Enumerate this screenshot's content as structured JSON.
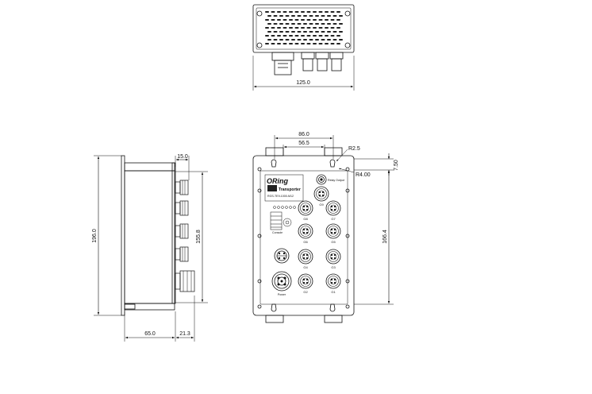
{
  "top_view": {
    "width_dim": "125.0"
  },
  "front_view": {
    "dims": {
      "mount_spacing": "86.0",
      "inner_spacing": "56.5",
      "radius_small": "R2.5",
      "radius_large": "R4.00",
      "offset": "7.50",
      "height": "166.4"
    },
    "brand": "ORing",
    "product_name": "Transporter",
    "model": "RGS-TE9-1000-M12",
    "relay_label": "Relay Output",
    "dip_label": "Console",
    "power_label": "Power",
    "port_labels": [
      "G9",
      "G8",
      "G7",
      "G6",
      "G5",
      "G4",
      "G3",
      "G2",
      "G1"
    ]
  },
  "side_view": {
    "dims": {
      "top_depth": "15.0",
      "overall_height": "196.0",
      "inner_height": "155.8",
      "base_depth": "65.0",
      "connector_depth": "21.3"
    }
  }
}
